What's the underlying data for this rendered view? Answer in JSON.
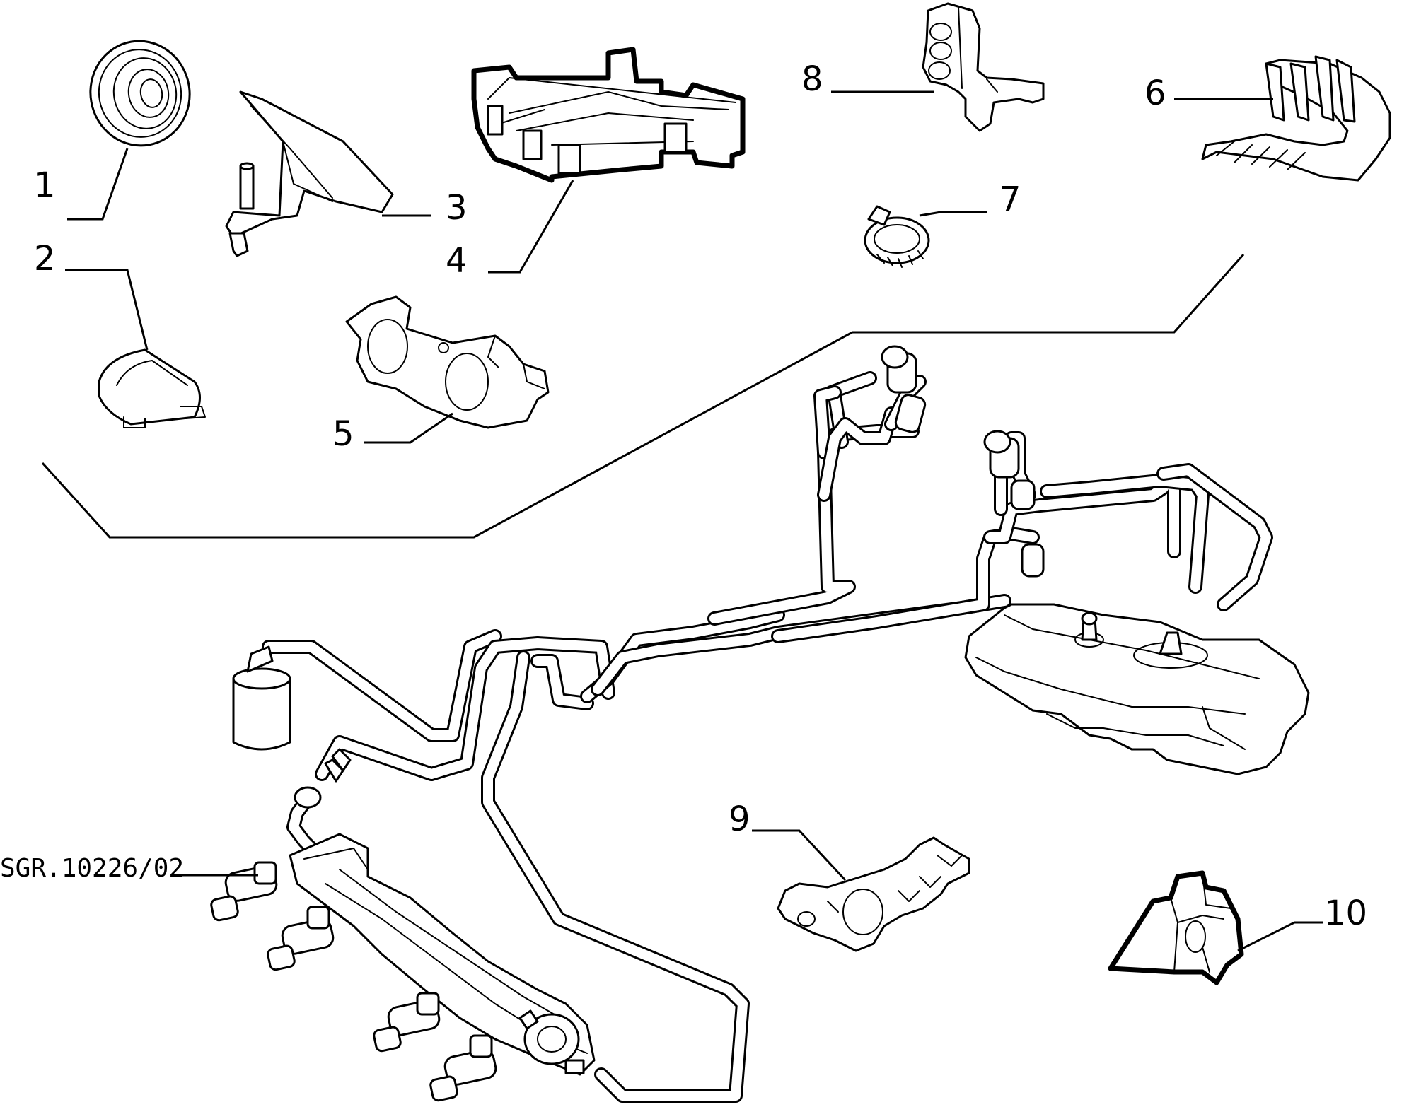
{
  "diagram": {
    "callouts": [
      {
        "id": "1",
        "label": "1"
      },
      {
        "id": "2",
        "label": "2"
      },
      {
        "id": "3",
        "label": "3"
      },
      {
        "id": "4",
        "label": "4"
      },
      {
        "id": "5",
        "label": "5"
      },
      {
        "id": "6",
        "label": "6"
      },
      {
        "id": "7",
        "label": "7"
      },
      {
        "id": "8",
        "label": "8"
      },
      {
        "id": "9",
        "label": "9"
      },
      {
        "id": "10",
        "label": "10"
      }
    ],
    "reference_code": "SGR.10226/02"
  }
}
